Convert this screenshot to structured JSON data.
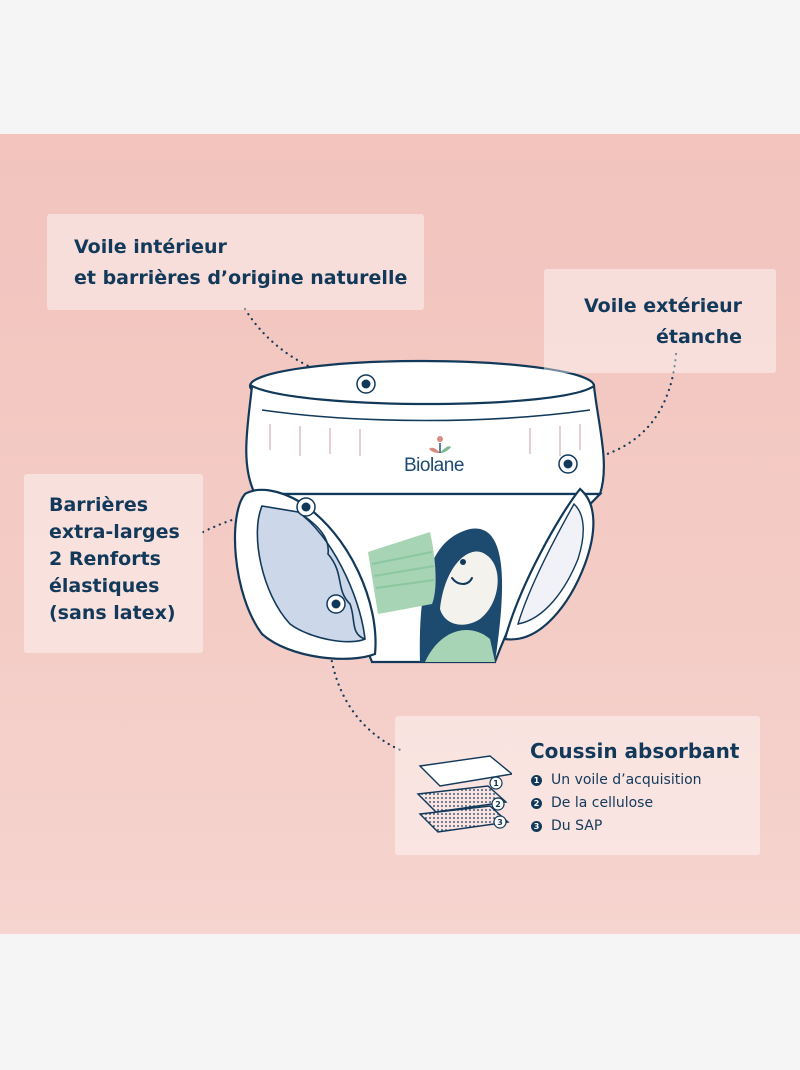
{
  "callouts": {
    "inner": {
      "line1": "Voile intérieur",
      "line2": "et barrières d’origine naturelle"
    },
    "outer": {
      "line1": "Voile extérieur",
      "line2": "étanche"
    },
    "barriers": {
      "lines": [
        "Barrières",
        "extra-larges",
        "2 Renforts",
        "élastiques",
        "(sans latex)"
      ]
    },
    "pad": {
      "title": "Coussin absorbant",
      "items": [
        {
          "num": "1",
          "label": "Un voile d’acquisition"
        },
        {
          "num": "2",
          "label": "De la cellulose"
        },
        {
          "num": "3",
          "label": "Du SAP"
        }
      ]
    }
  },
  "product": {
    "brand": "Biolane"
  },
  "colors": {
    "navy": "#12395a",
    "background": "#f3c7c0",
    "mint": "#9fd1b0",
    "barrier_blue": "#cdd7ea"
  },
  "icons": [
    "leaf-logo-icon",
    "marker-dot-icon",
    "layers-icon"
  ]
}
